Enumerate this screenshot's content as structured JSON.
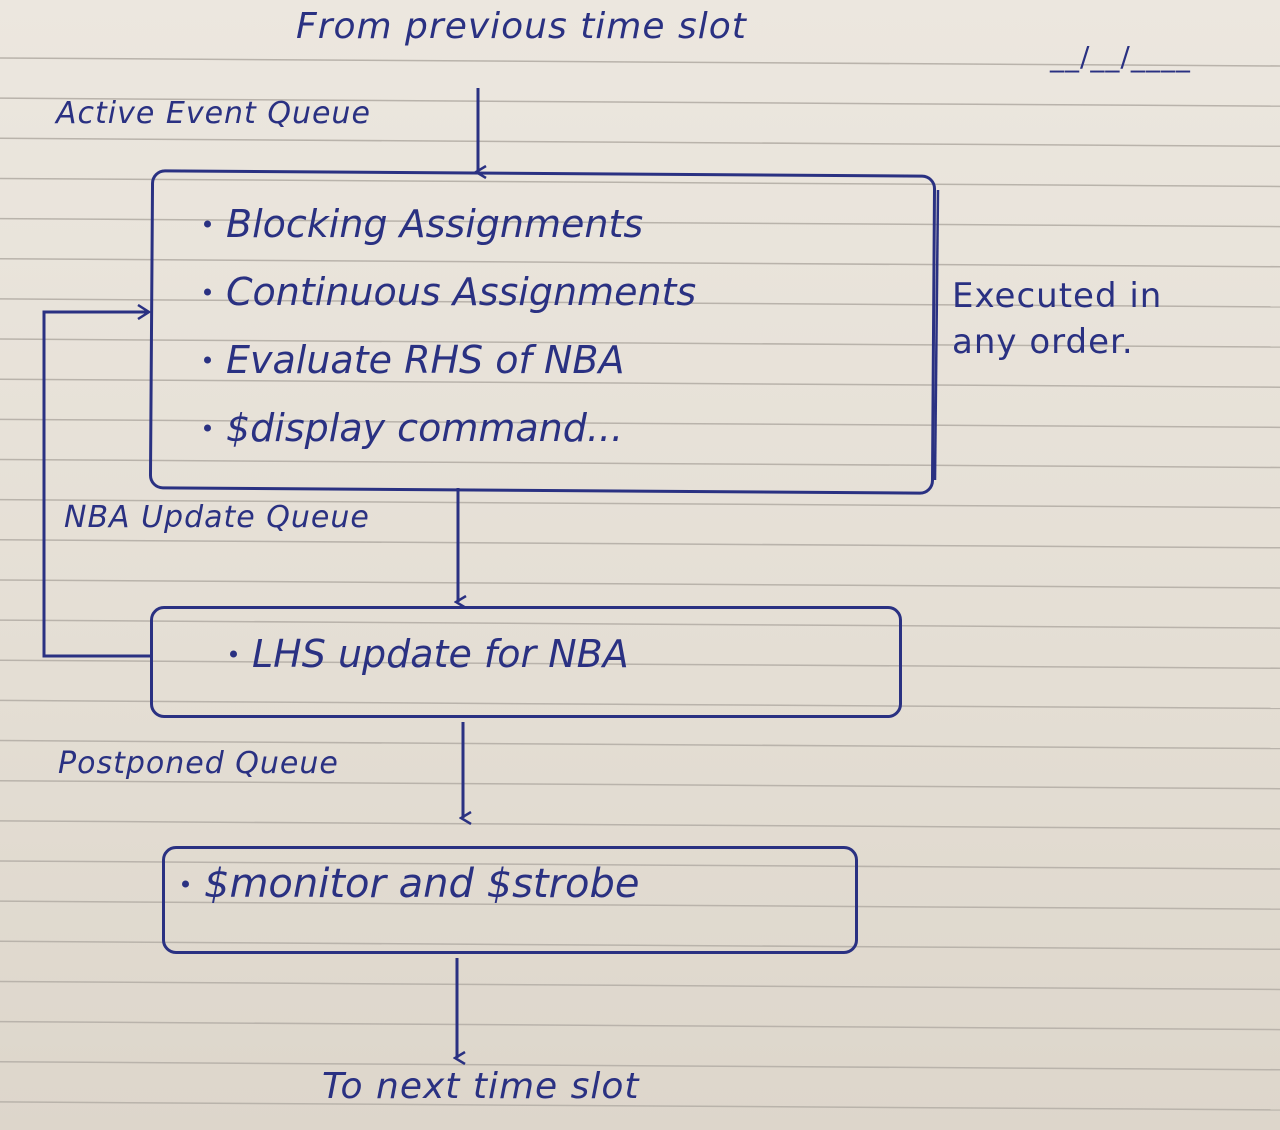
{
  "header": {
    "from_prev": "From previous time slot",
    "date_mark": "__/__/____"
  },
  "active_queue": {
    "title": "Active Event Queue",
    "items": [
      "Blocking Assignments",
      "Continuous Assignments",
      "Evaluate RHS of NBA",
      "$display command..."
    ],
    "note_line1": "Executed in",
    "note_line2": "any order."
  },
  "nba_queue": {
    "title": "NBA Update Queue",
    "items": [
      "LHS update for NBA"
    ]
  },
  "postponed_queue": {
    "title": "Postponed Queue",
    "items": [
      "$monitor and $strobe"
    ]
  },
  "footer": {
    "to_next": "To next time slot"
  },
  "colors": {
    "ink": "#2a3182",
    "rule_line": "#b9b3ab",
    "paper": "#e7e1d8"
  }
}
